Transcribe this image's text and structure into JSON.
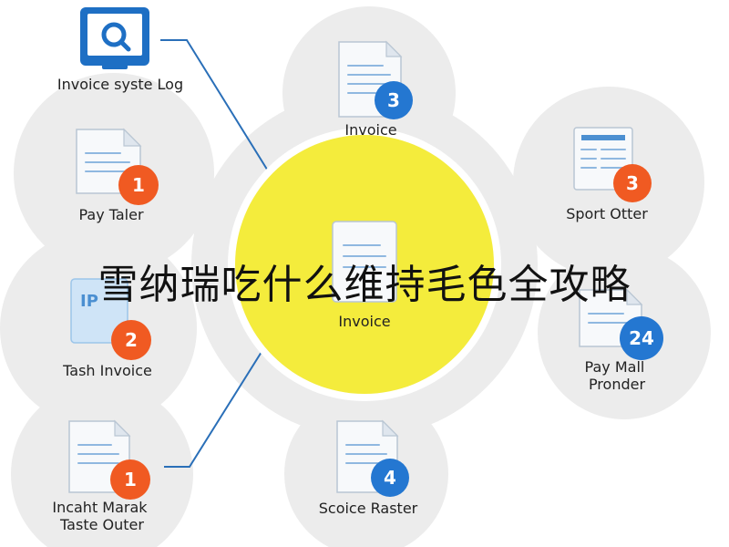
{
  "banner": {
    "title": "雪纳瑞吃什么维持毛色全攻略"
  },
  "center": {
    "label": "Invoice"
  },
  "nodes": [
    {
      "id": "log",
      "label_lines": [
        "Invoice syste Log"
      ]
    },
    {
      "id": "top",
      "label_lines": [
        "Invoice"
      ],
      "badge": "3",
      "badge_color": "#2477d1"
    },
    {
      "id": "left1",
      "label_lines": [
        "Pay Taler"
      ],
      "badge": "1",
      "badge_color": "#f05a22"
    },
    {
      "id": "right1",
      "label_lines": [
        "Sport Otter"
      ],
      "badge": "3",
      "badge_color": "#f05a22"
    },
    {
      "id": "left2",
      "label_lines": [
        "Tash Invoice"
      ],
      "badge": "2",
      "badge_color": "#f05a22",
      "card_text": "IP"
    },
    {
      "id": "right2",
      "label_lines": [
        "Pay Mall",
        "Pronder"
      ],
      "badge": "24",
      "badge_color": "#2477d1"
    },
    {
      "id": "bottomleft",
      "label_lines": [
        "Incaht Marak",
        "Taste Outer"
      ],
      "badge": "1",
      "badge_color": "#f05a22"
    },
    {
      "id": "bottom",
      "label_lines": [
        "Scoice Raster"
      ],
      "badge": "4",
      "badge_color": "#2477d1"
    }
  ],
  "icons": {
    "log": "search-monitor-icon",
    "document": "document-icon",
    "id_card": "id-card-icon"
  }
}
